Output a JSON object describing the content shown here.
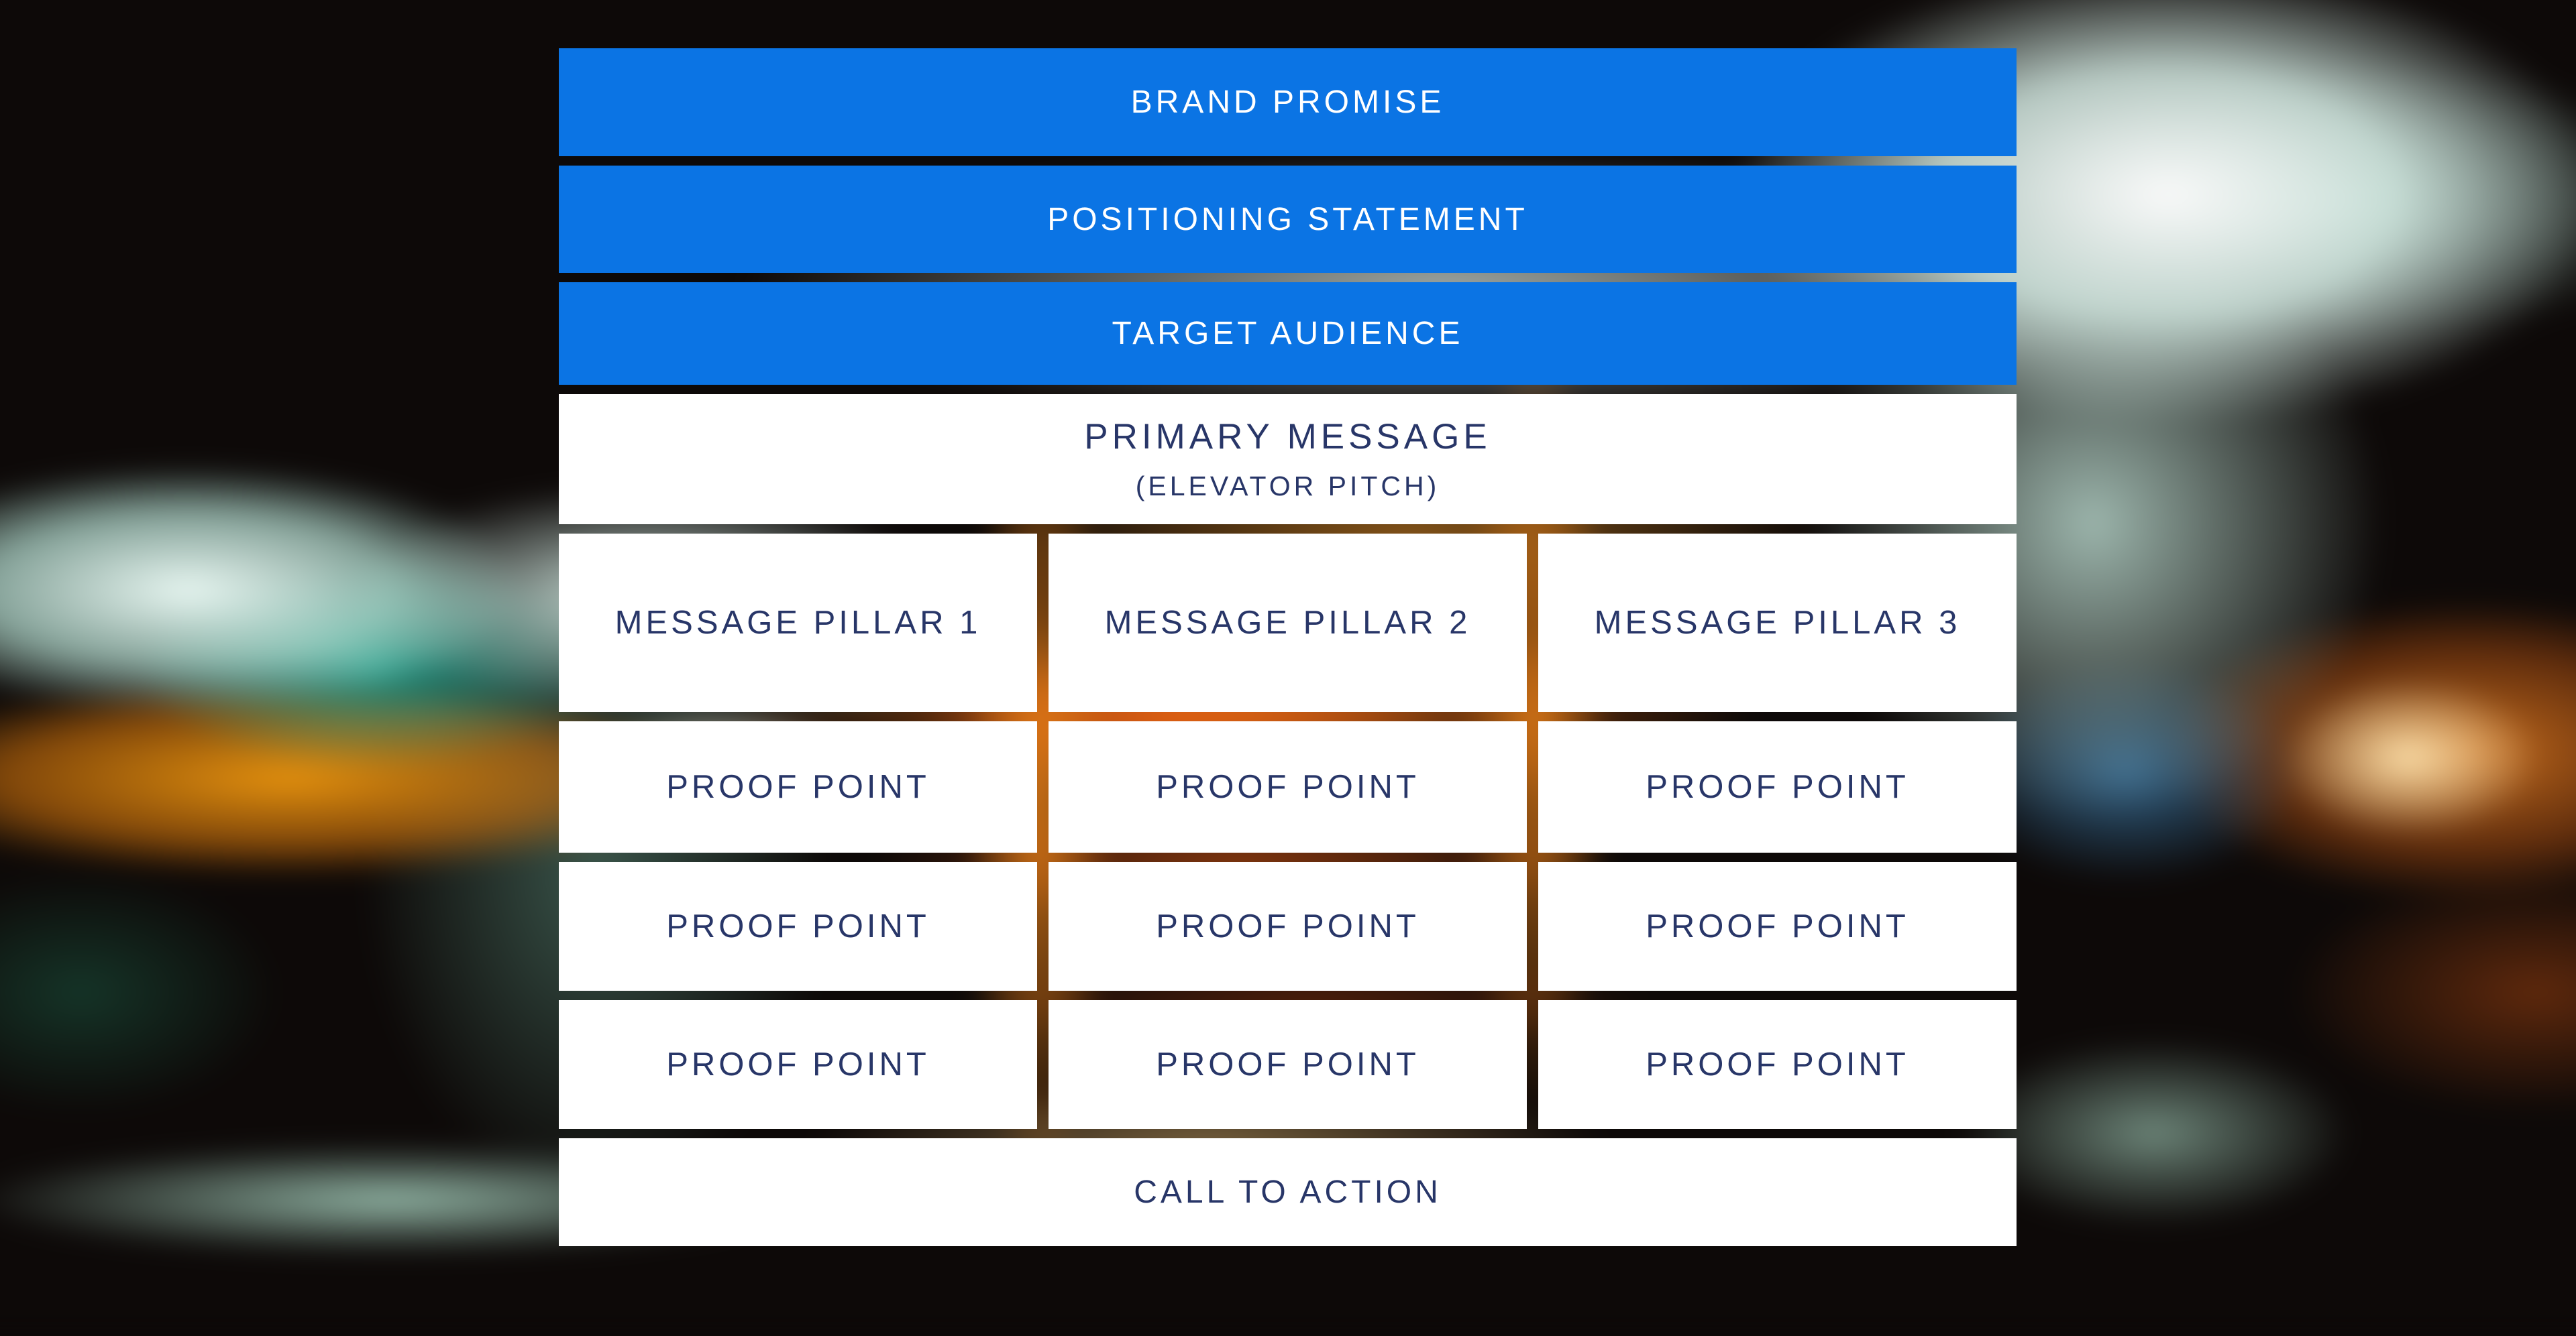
{
  "panel": {
    "brand_promise": "BRAND PROMISE",
    "positioning_statement": "POSITIONING STATEMENT",
    "target_audience": "TARGET AUDIENCE",
    "primary_message": {
      "title": "PRIMARY MESSAGE",
      "subtitle": "(ELEVATOR PITCH)"
    },
    "pillars": [
      "MESSAGE PILLAR 1",
      "MESSAGE PILLAR 2",
      "MESSAGE PILLAR 3"
    ],
    "proof_points": [
      [
        "PROOF POINT",
        "PROOF POINT",
        "PROOF POINT"
      ],
      [
        "PROOF POINT",
        "PROOF POINT",
        "PROOF POINT"
      ],
      [
        "PROOF POINT",
        "PROOF POINT",
        "PROOF POINT"
      ]
    ],
    "call_to_action": "CALL TO ACTION"
  },
  "colors": {
    "bar_blue": "#0b74e4",
    "text_navy": "#283668",
    "cell_white": "#ffffff",
    "background_dark": "#0d0908",
    "accent_orange": "#e8801a",
    "accent_teal": "#8ce1c6"
  }
}
